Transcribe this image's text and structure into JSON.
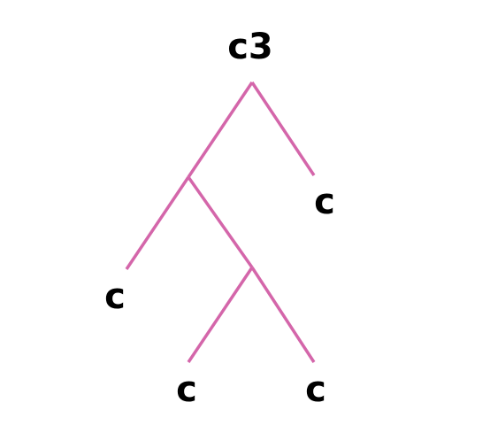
{
  "tree": {
    "edge_color": "#d466aa",
    "label_color": "#000000",
    "root": {
      "label": "c3",
      "children": [
        {
          "label": "",
          "children": [
            {
              "label": "c",
              "children": []
            },
            {
              "label": "",
              "children": [
                {
                  "label": "c",
                  "children": []
                },
                {
                  "label": "c",
                  "children": []
                }
              ]
            }
          ]
        },
        {
          "label": "c",
          "children": []
        }
      ]
    }
  }
}
